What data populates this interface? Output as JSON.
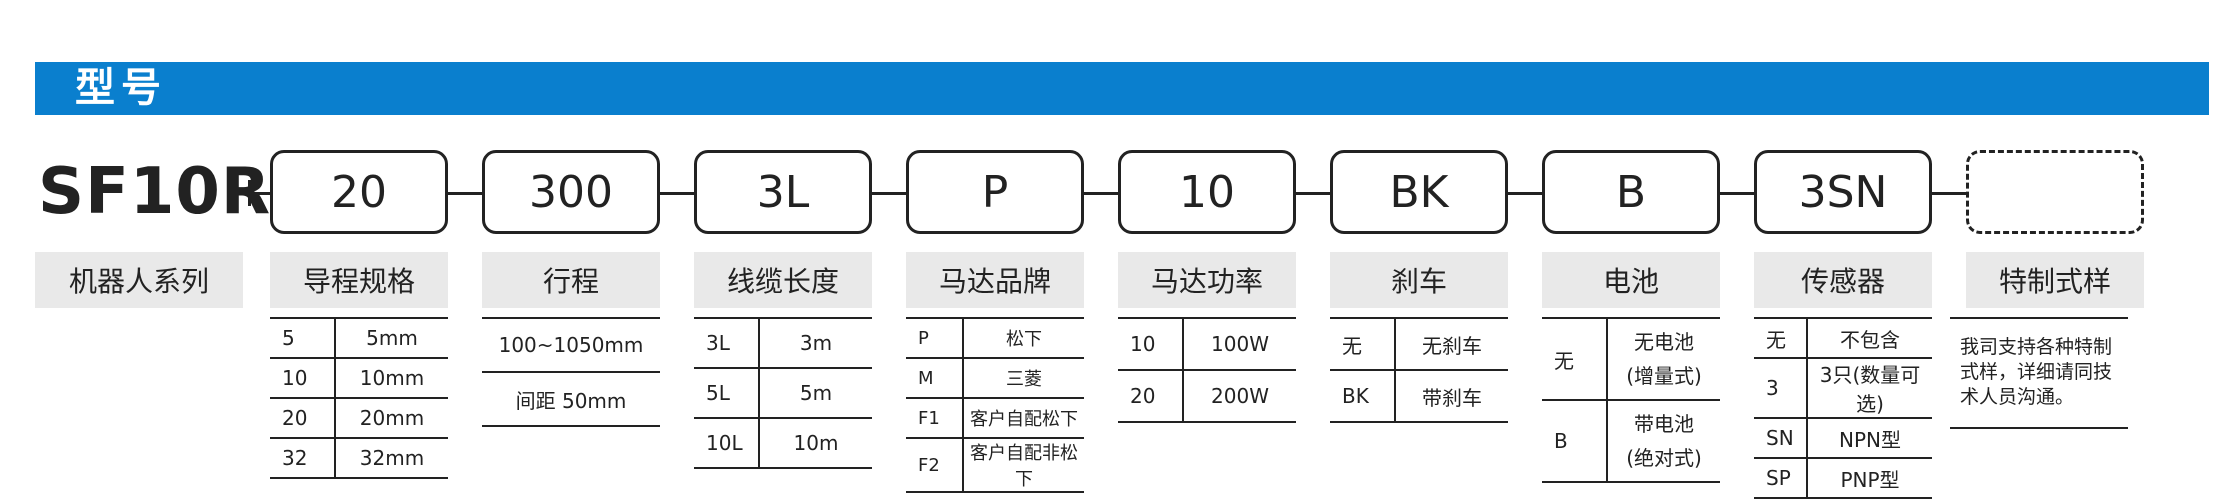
{
  "banner": {
    "title": "型号"
  },
  "model": {
    "prefix": "SF10R"
  },
  "codes": [
    "20",
    "300",
    "3L",
    "P",
    "10",
    "BK",
    "B",
    "3SN",
    ""
  ],
  "headers": {
    "series": "机器人系列",
    "guide": "导程规格",
    "stroke": "行程",
    "cable": "线缆长度",
    "brand": "马达品牌",
    "power": "马达功率",
    "brake": "刹车",
    "battery": "电池",
    "sensor": "传感器",
    "custom": "特制式样"
  },
  "guide_table": [
    {
      "k": "5",
      "v": "5mm"
    },
    {
      "k": "10",
      "v": "10mm"
    },
    {
      "k": "20",
      "v": "20mm"
    },
    {
      "k": "32",
      "v": "32mm"
    }
  ],
  "stroke_table": [
    {
      "v": "100~1050mm"
    },
    {
      "v": "间距 50mm"
    }
  ],
  "cable_table": [
    {
      "k": "3L",
      "v": "3m"
    },
    {
      "k": "5L",
      "v": "5m"
    },
    {
      "k": "10L",
      "v": "10m"
    }
  ],
  "brand_table": [
    {
      "k": "P",
      "v": "松下"
    },
    {
      "k": "M",
      "v": "三菱"
    },
    {
      "k": "F1",
      "v": "客户自配松下"
    },
    {
      "k": "F2",
      "v": "客户自配非松下"
    }
  ],
  "power_table": [
    {
      "k": "10",
      "v": "100W"
    },
    {
      "k": "20",
      "v": "200W"
    }
  ],
  "brake_table": [
    {
      "k": "无",
      "v": "无刹车"
    },
    {
      "k": "BK",
      "v": "带刹车"
    }
  ],
  "battery_table": [
    {
      "k": "无",
      "v1": "无电池",
      "v2": "(增量式)"
    },
    {
      "k": "B",
      "v1": "带电池",
      "v2": "(绝对式)"
    }
  ],
  "sensor_table": [
    {
      "k": "无",
      "v": "不包含"
    },
    {
      "k": "3",
      "v": "3只(数量可选)"
    },
    {
      "k": "SN",
      "v": "NPN型"
    },
    {
      "k": "SP",
      "v": "PNP型"
    }
  ],
  "custom_note": {
    "line1": "我司支持各种特制",
    "line2": "式样，详细请同技",
    "line3": "术人员沟通。"
  }
}
